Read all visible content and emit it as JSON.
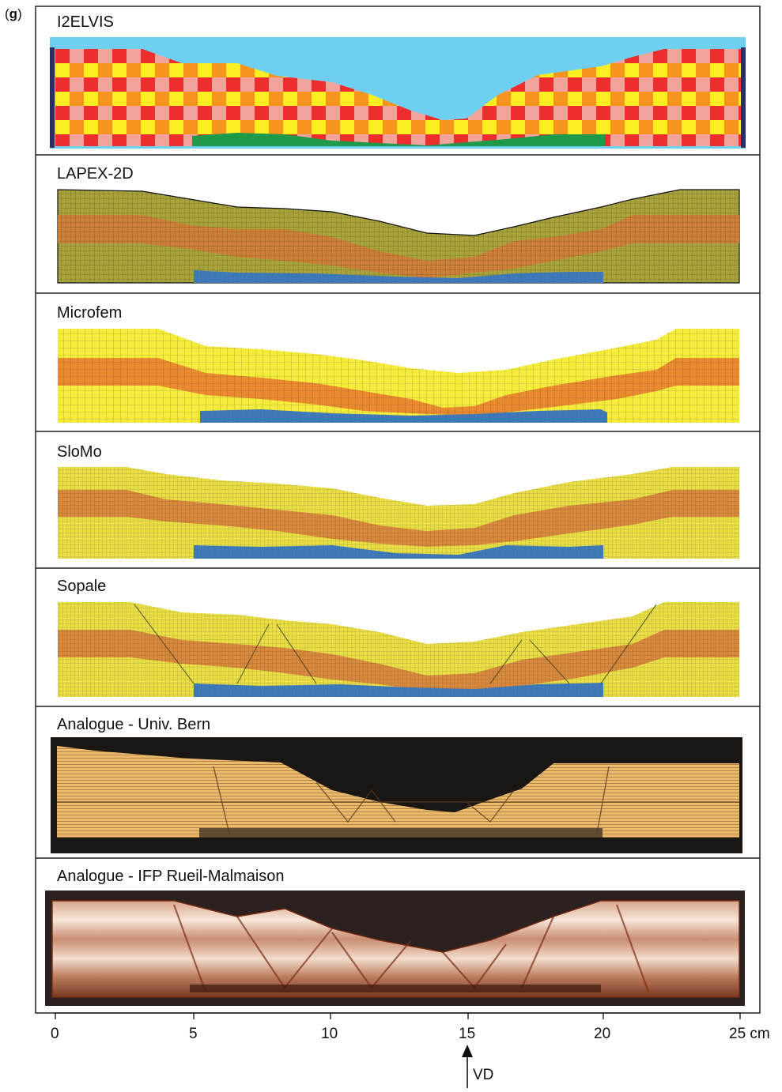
{
  "figure_label": "g",
  "panels": [
    {
      "label": "I2ELVIS",
      "style": "checker"
    },
    {
      "label": "LAPEX-2D",
      "style": "mesh-olive"
    },
    {
      "label": "Microfem",
      "style": "mesh-yellow"
    },
    {
      "label": "SloMo",
      "style": "mesh-yellow-fine"
    },
    {
      "label": "Sopale",
      "style": "mesh-yellow-shear"
    },
    {
      "label": "Analogue - Univ. Bern",
      "style": "photo-bern"
    },
    {
      "label": "Analogue - IFP Rueil-Malmaison",
      "style": "photo-ifp"
    }
  ],
  "axis": {
    "ticks": [
      "0",
      "5",
      "10",
      "15",
      "20",
      "25 cm"
    ],
    "unit": "cm",
    "min": 0,
    "max": 25,
    "marker_label": "VD",
    "marker_value": 15
  },
  "colors": {
    "water": "#6ecff0",
    "red": "#ee2e2c",
    "pink": "#f3a49a",
    "yellow": "#fcee21",
    "orange": "#f7941d",
    "green": "#1e9a4a",
    "olive": "#a9a33c",
    "olive_band": "#cf7e38",
    "mesh_yellow": "#f5ec3a",
    "mesh_orange": "#ea8a2e",
    "blue_layer": "#3f7ab8"
  }
}
